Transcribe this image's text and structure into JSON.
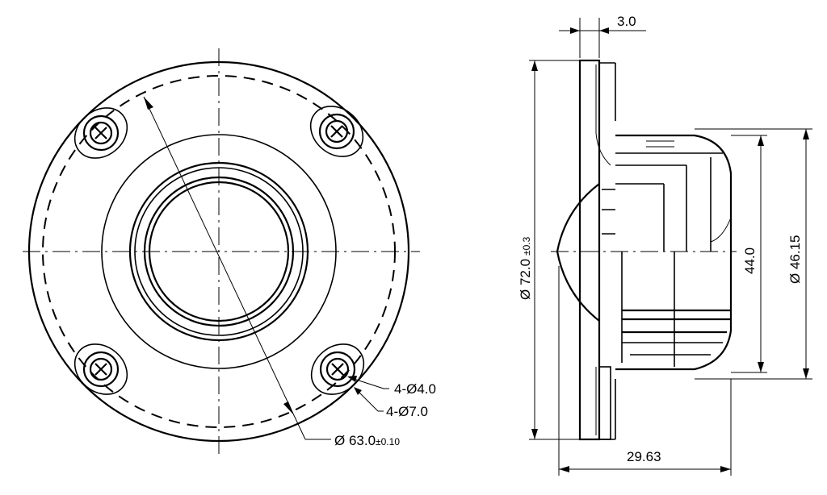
{
  "front_view": {
    "hole_dia_label": "4-Ø4.0",
    "counterbore_label": "4-Ø7.0",
    "bolt_circle_label": "Ø 63.0",
    "bolt_circle_tol": "±0.10"
  },
  "side_view": {
    "flange_thickness_label": "3.0",
    "outer_dia_label": "Ø 72.0",
    "outer_dia_tol": "±0.3",
    "motor_dia_label": "44.0",
    "body_dia_label": "Ø 46.15",
    "depth_label": "29.63"
  }
}
